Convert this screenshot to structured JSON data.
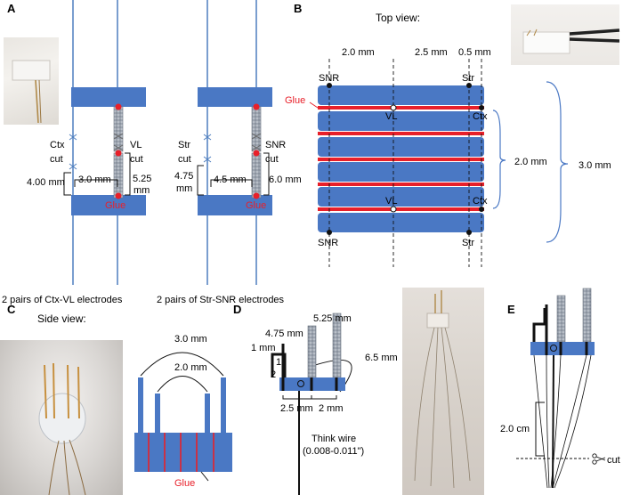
{
  "panel_letters": {
    "a": "A",
    "b": "B",
    "c": "C",
    "d": "D",
    "e": "E"
  },
  "colors": {
    "block": "#4a78c4",
    "wire": "#4f7fbf",
    "glue": "#e8202a",
    "dark": "#111111"
  },
  "panel_a": {
    "ctx_label": "Ctx",
    "ctx_cut": "cut",
    "vl_label": "VL",
    "vl_cut": "cut",
    "dim_400": "4.00 mm",
    "dim_30": "3.0 mm",
    "dim_525a": "5.25",
    "dim_525b": "mm",
    "glue": "Glue",
    "caption": "2 pairs of Ctx-VL electrodes"
  },
  "panel_a2": {
    "str_label": "Str",
    "str_cut": "cut",
    "snr_label": "SNR",
    "snr_cut": "cut",
    "dim_475a": "4.75",
    "dim_475b": "mm",
    "dim_45": "4.5 mm",
    "dim_60": "6.0 mm",
    "glue": "Glue",
    "caption": "2 pairs of Str-SNR electrodes"
  },
  "panel_b": {
    "title": "Top view:",
    "dim_20": "2.0 mm",
    "dim_25": "2.5 mm",
    "dim_05": "0.5 mm",
    "snr_top": "SNR",
    "str_top": "Str",
    "glue": "Glue",
    "vl_top": "VL",
    "ctx_top": "Ctx",
    "vl_bot": "VL",
    "ctx_bot": "Ctx",
    "snr_bot": "SNR",
    "str_bot": "Str",
    "dim_inner": "2.0 mm",
    "dim_outer": "3.0 mm"
  },
  "panel_c": {
    "title": "Side view:",
    "dim_30": "3.0 mm",
    "dim_20": "2.0 mm",
    "glue": "Glue"
  },
  "panel_d": {
    "dim_525": "5.25 mm",
    "dim_475": "4.75 mm",
    "dim_1mm": "1 mm",
    "dim_65": "6.5 mm",
    "num_1": "1",
    "num_2": "2",
    "dim_25": "2.5 mm",
    "dim_2": "2 mm",
    "wire_1": "Think wire",
    "wire_2": "(0.008-0.011\")"
  },
  "panel_e": {
    "dim_20cm": "2.0 cm",
    "cut": "cut"
  }
}
